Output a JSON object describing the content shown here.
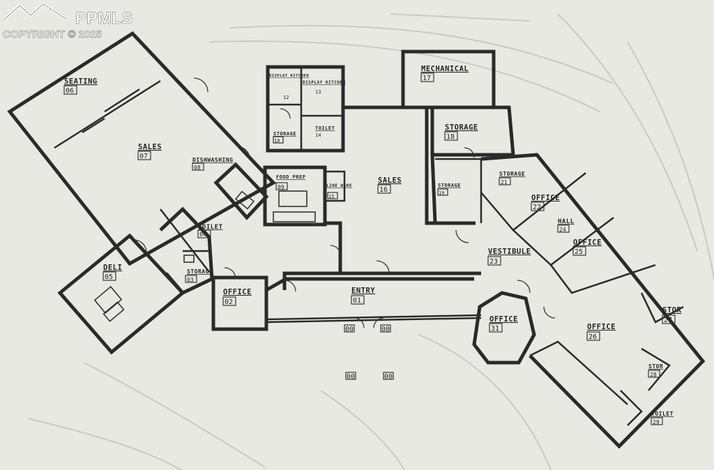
{
  "watermark": {
    "brand": "PPMLS",
    "copyright": "COPYRIGHT © 2025"
  },
  "rooms": [
    {
      "id": "seating",
      "name": "SEATING",
      "number": "06"
    },
    {
      "id": "sales-07",
      "name": "SALES",
      "number": "07"
    },
    {
      "id": "dishwashing",
      "name": "DISHWASHING",
      "number": "08"
    },
    {
      "id": "display-kitchen",
      "name": "DISPLAY KITCHEN",
      "number": "13"
    },
    {
      "id": "display-kitchen-small",
      "name": "DISPLAY KITCHEN",
      "number": "12"
    },
    {
      "id": "storage-10",
      "name": "STORAGE",
      "number": "10"
    },
    {
      "id": "toilet-14",
      "name": "TOILET",
      "number": "14"
    },
    {
      "id": "food-prep",
      "name": "FOOD PREP",
      "number": "09"
    },
    {
      "id": "line-ware",
      "name": "LINE WARE",
      "number": "15"
    },
    {
      "id": "mechanical",
      "name": "MECHANICAL",
      "number": "17"
    },
    {
      "id": "storage-18",
      "name": "STORAGE",
      "number": "18"
    },
    {
      "id": "sales-16",
      "name": "SALES",
      "number": "16"
    },
    {
      "id": "storage-19",
      "name": "STORAGE",
      "number": "19"
    },
    {
      "id": "storage-21",
      "name": "STORAGE",
      "number": "21"
    },
    {
      "id": "office-22",
      "name": "OFFICE",
      "number": "22"
    },
    {
      "id": "hall-24",
      "name": "HALL",
      "number": "24"
    },
    {
      "id": "office-25",
      "name": "OFFICE",
      "number": "25"
    },
    {
      "id": "vestibule",
      "name": "VESTIBULE",
      "number": "23"
    },
    {
      "id": "toilet-04",
      "name": "TOILET",
      "number": "04"
    },
    {
      "id": "deli",
      "name": "DELI",
      "number": "05"
    },
    {
      "id": "storage-03",
      "name": "STORAGE",
      "number": "03"
    },
    {
      "id": "office-02",
      "name": "OFFICE",
      "number": "02"
    },
    {
      "id": "entry",
      "name": "ENTRY",
      "number": "01"
    },
    {
      "id": "office-31",
      "name": "OFFICE",
      "number": "31"
    },
    {
      "id": "office-26",
      "name": "OFFICE",
      "number": "26"
    },
    {
      "id": "stor-27",
      "name": "STOR",
      "number": "27"
    },
    {
      "id": "stor-28",
      "name": "STOR",
      "number": "28"
    },
    {
      "id": "toilet-29",
      "name": "TOILET",
      "number": "29"
    }
  ],
  "marks": [
    "00",
    "00",
    "00",
    "00"
  ]
}
